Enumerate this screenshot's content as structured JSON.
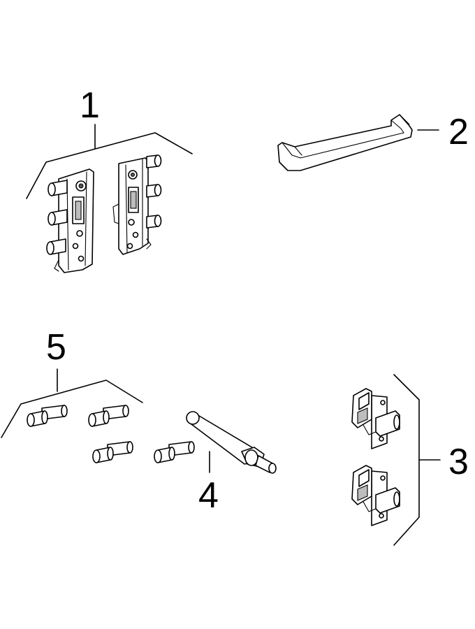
{
  "callouts": {
    "c1": "1",
    "c2": "2",
    "c3": "3",
    "c4": "4",
    "c5": "5"
  },
  "icons": {
    "part1": "mounting-bracket-pair-icon",
    "part2": "handle-icon",
    "part3": "hinge-pair-icon",
    "part4": "damper-icon",
    "part5": "dowel-pins-icon"
  },
  "colors": {
    "line": "#000000",
    "background": "#ffffff"
  }
}
